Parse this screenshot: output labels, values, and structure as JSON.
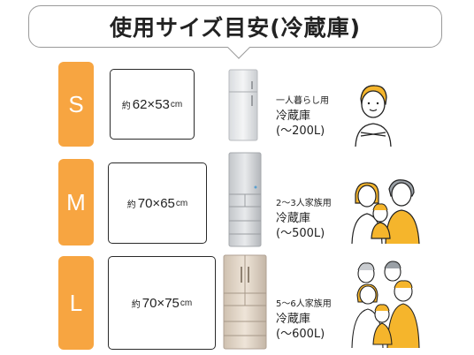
{
  "title": "使用サイズ目安(冷蔵庫)",
  "colors": {
    "accent": "#f7a541",
    "outline": "#2a2a2a",
    "bubble_border": "#9a9a9a"
  },
  "rows": [
    {
      "size": "S",
      "dim_prefix": "約",
      "dimensions": "62×53",
      "dim_unit": "cm",
      "household": "一人暮らし用",
      "category": "冷蔵庫",
      "capacity": "(～200L)",
      "people_icon": "single-person-icon",
      "fridge_icon": "two-door-fridge-icon"
    },
    {
      "size": "M",
      "dim_prefix": "約",
      "dimensions": "70×65",
      "dim_unit": "cm",
      "household": "2～3人家族用",
      "category": "冷蔵庫",
      "capacity": "(～500L)",
      "people_icon": "small-family-icon",
      "fridge_icon": "multi-door-fridge-icon"
    },
    {
      "size": "L",
      "dim_prefix": "約",
      "dimensions": "70×75",
      "dim_unit": "cm",
      "household": "5～6人家族用",
      "category": "冷蔵庫",
      "capacity": "(～600L)",
      "people_icon": "large-family-icon",
      "fridge_icon": "french-door-fridge-icon"
    }
  ]
}
